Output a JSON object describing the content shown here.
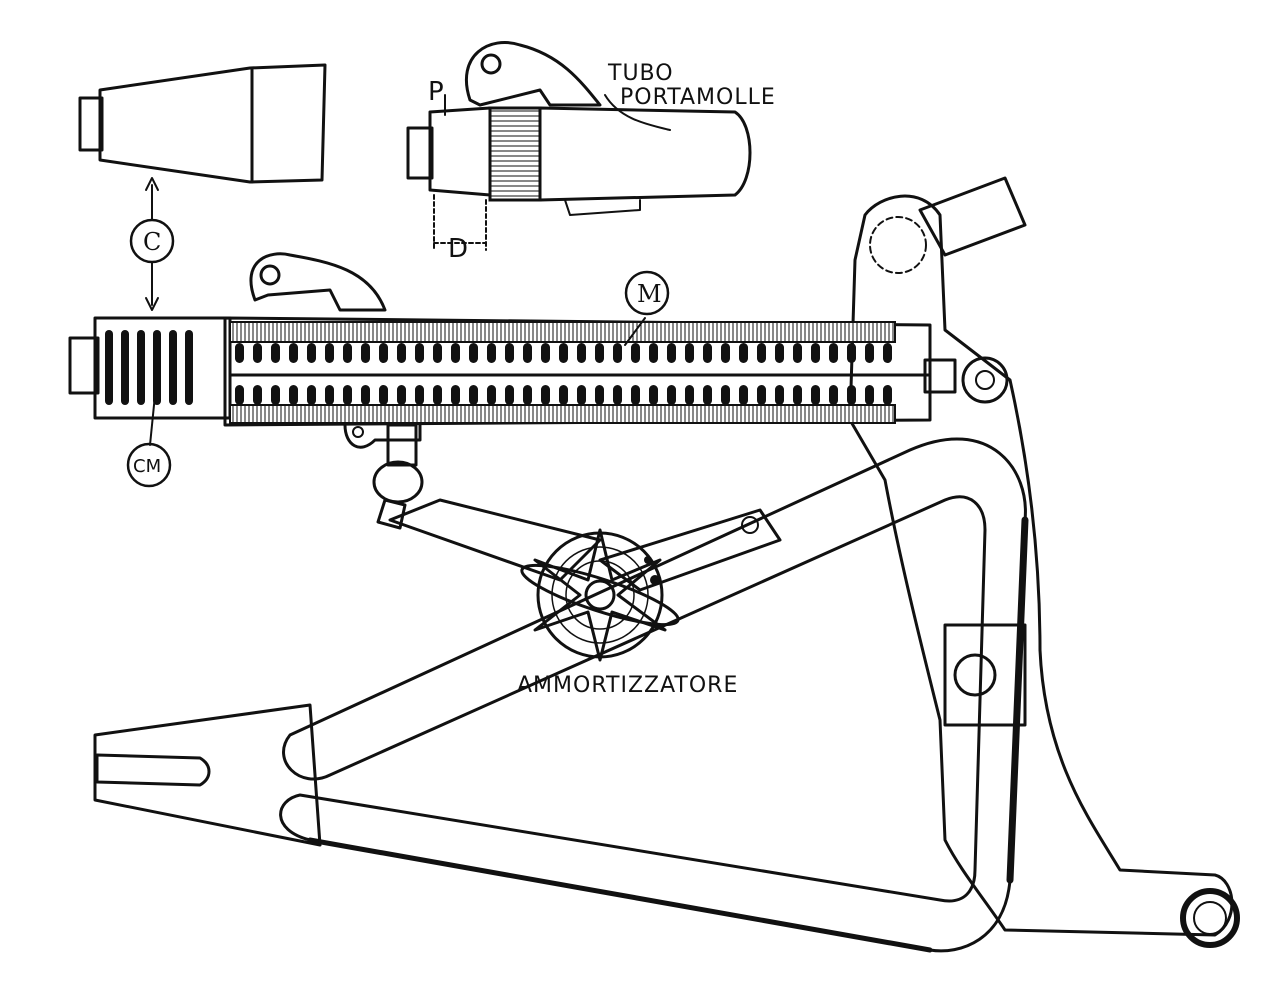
{
  "labels": {
    "tubo_line1": "TUBO",
    "tubo_line2": "PORTAMOLLE",
    "p": "P",
    "d": "D",
    "c": "C",
    "m": "M",
    "cm": "CM",
    "ammortizzatore": "AMMORTIZZATORE"
  },
  "colors": {
    "ink": "#111111",
    "paper": "#ffffff"
  }
}
